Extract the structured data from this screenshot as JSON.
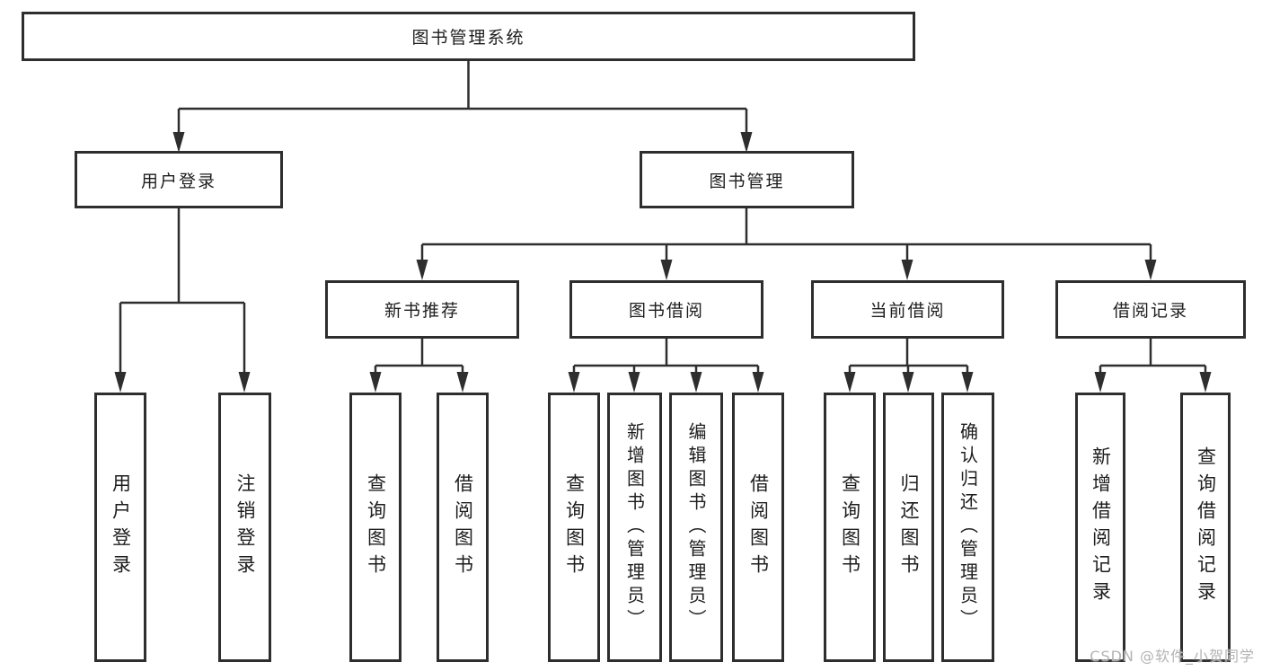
{
  "nodes": {
    "root": "图书管理系统",
    "user_login_branch": "用户登录",
    "book_management": "图书管理",
    "new_book_recommend": "新书推荐",
    "book_borrow": "图书借阅",
    "current_borrow": "当前借阅",
    "borrow_records": "借阅记录"
  },
  "leaves": {
    "user": [
      "用户登录",
      "注销登录"
    ],
    "new_book": [
      "查询图书",
      "借阅图书"
    ],
    "borrow": [
      "查询图书",
      "新增图书（管理员）",
      "编辑图书（管理员）",
      "借阅图书"
    ],
    "current": [
      "查询图书",
      "归还图书",
      "确认归还（管理员）"
    ],
    "records": [
      "新增借阅记录",
      "查询借阅记录"
    ]
  },
  "watermark": "CSDN @软件_小贺同学",
  "colors": {
    "line": "#2e2e2e",
    "text": "#1d1d1d",
    "watermark": "#b3b3b3",
    "background": "#ffffff"
  }
}
